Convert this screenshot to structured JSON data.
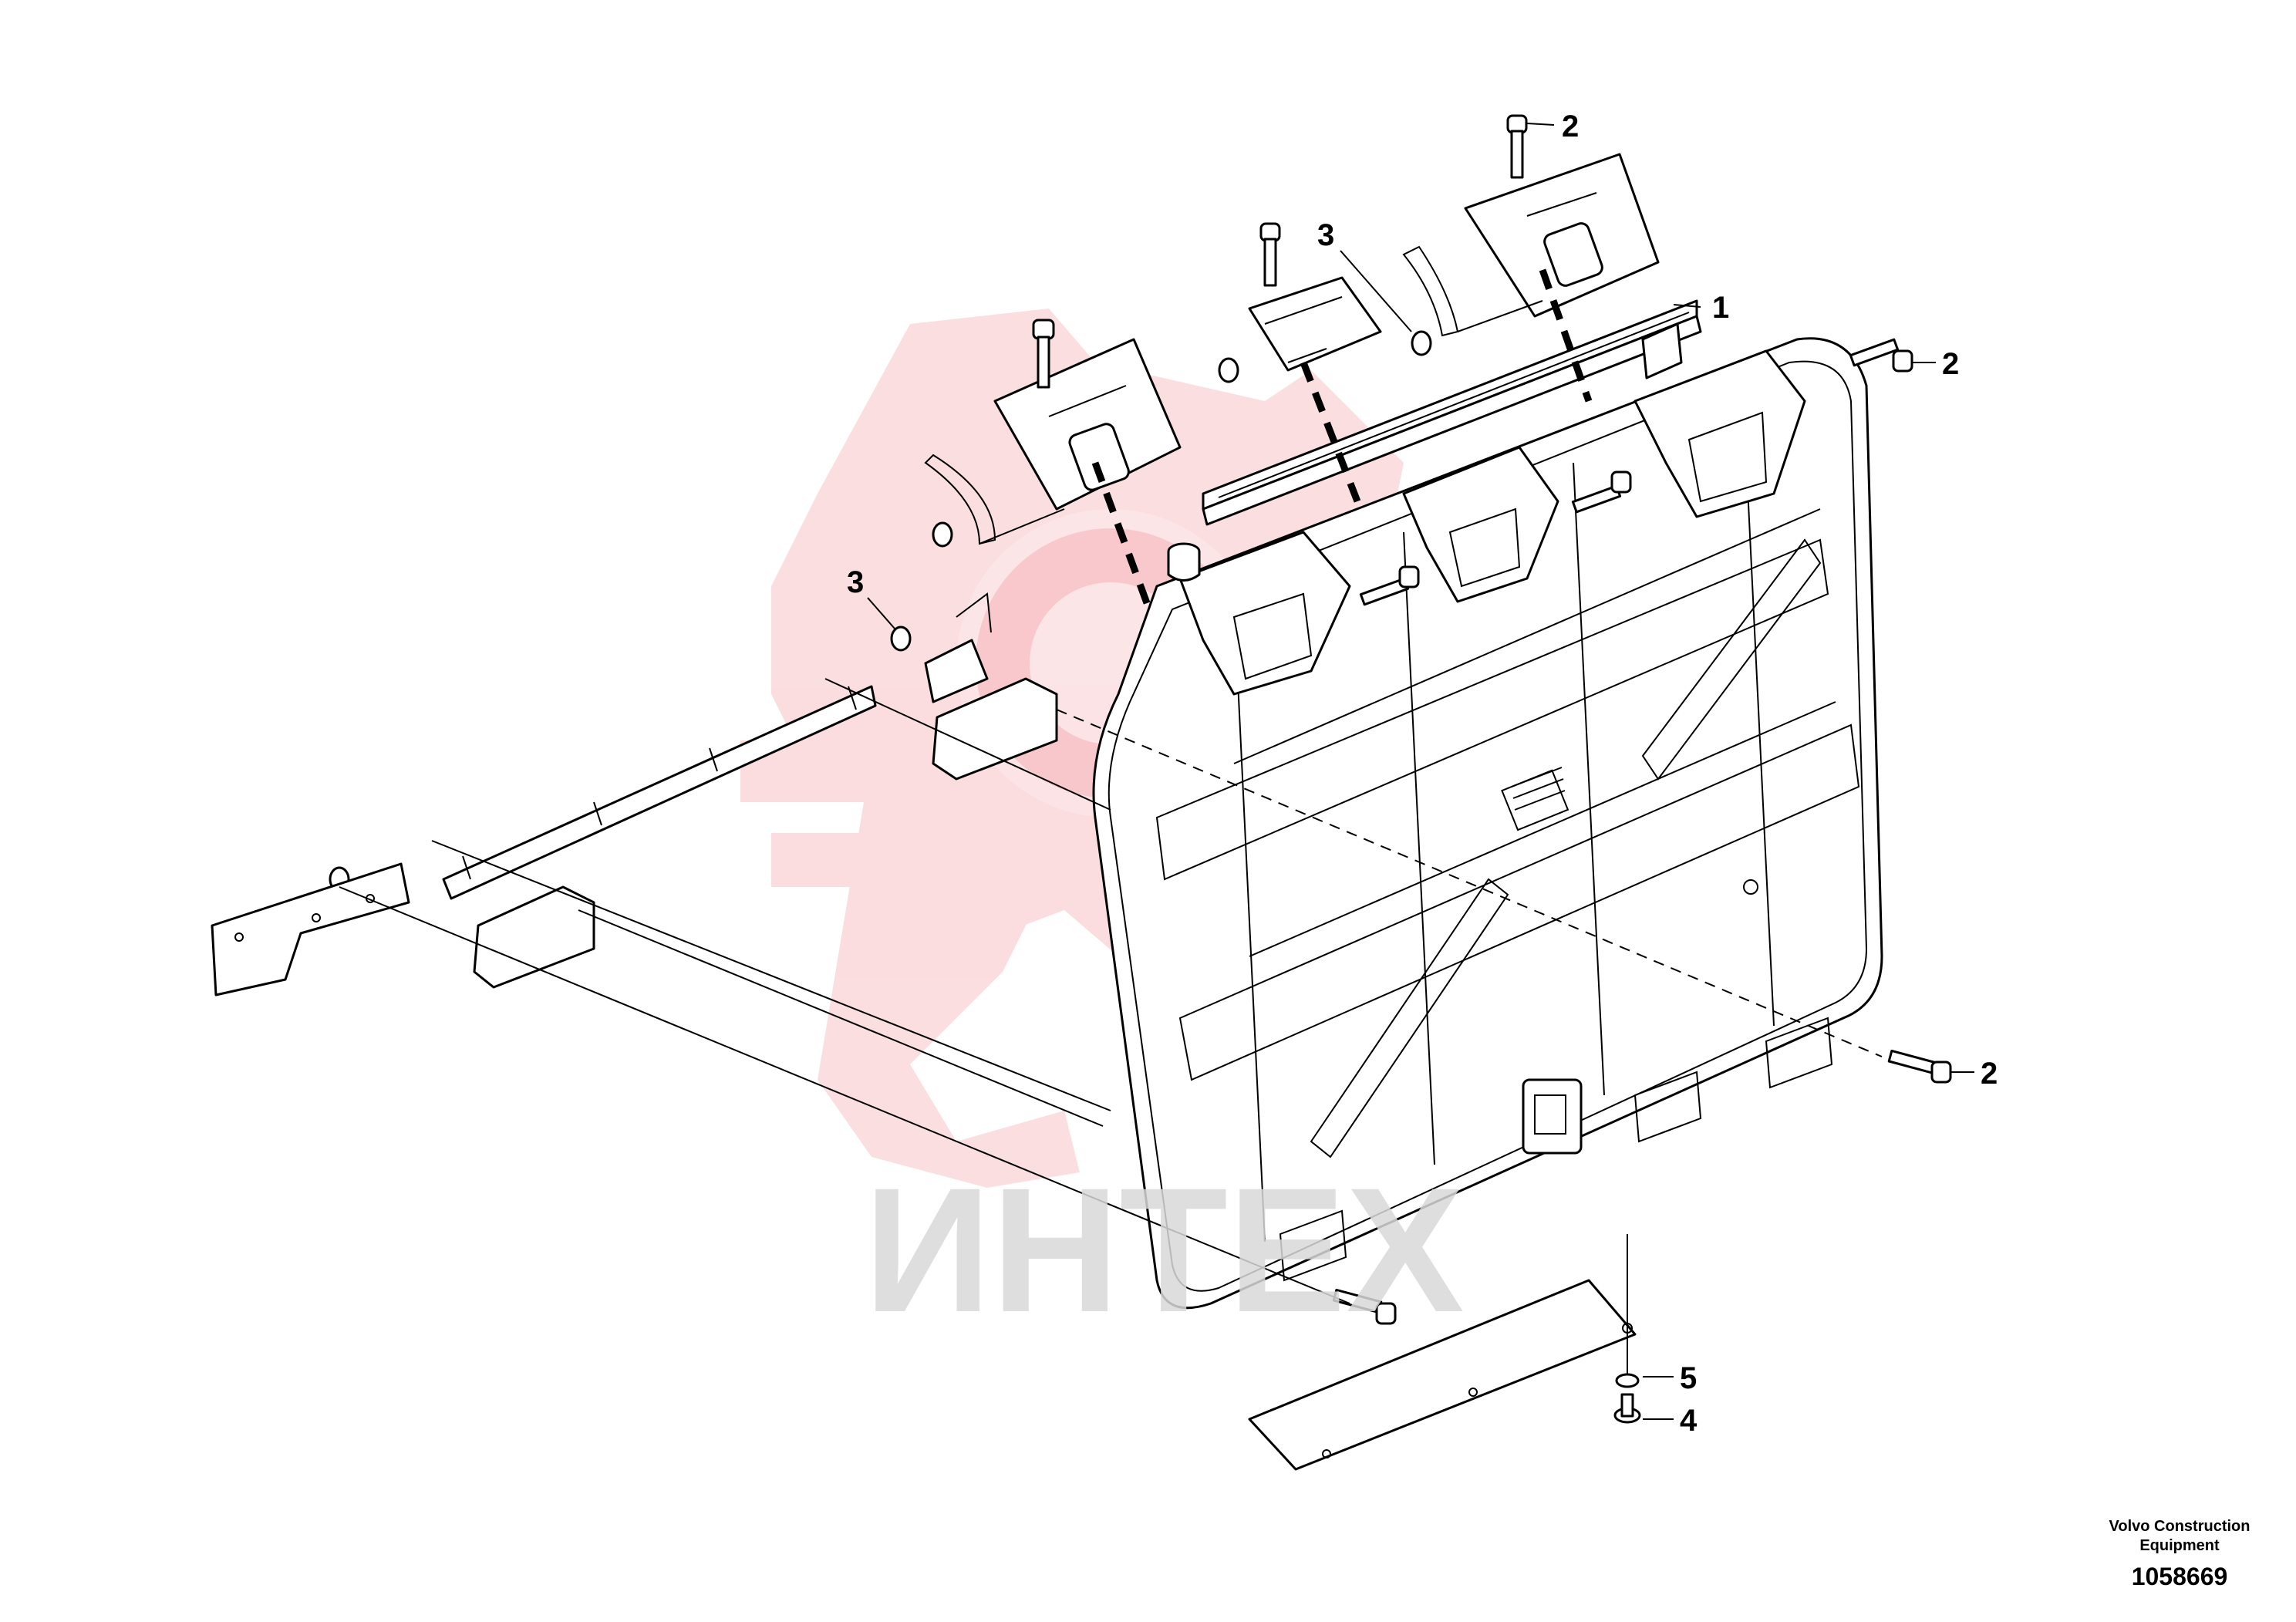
{
  "callouts": [
    {
      "id": "c1",
      "label": "1"
    },
    {
      "id": "c2a",
      "label": "2"
    },
    {
      "id": "c2b",
      "label": "2"
    },
    {
      "id": "c2c",
      "label": "2"
    },
    {
      "id": "c3a",
      "label": "3"
    },
    {
      "id": "c3b",
      "label": "3"
    },
    {
      "id": "c4",
      "label": "4"
    },
    {
      "id": "c5",
      "label": "5"
    }
  ],
  "watermark": {
    "text": "ИНТЕХ",
    "logo_color": "#e8323c",
    "text_color": "#d9d9d9"
  },
  "brand": {
    "line1": "Volvo Construction",
    "line2": "Equipment",
    "drawing_number": "1058669"
  }
}
